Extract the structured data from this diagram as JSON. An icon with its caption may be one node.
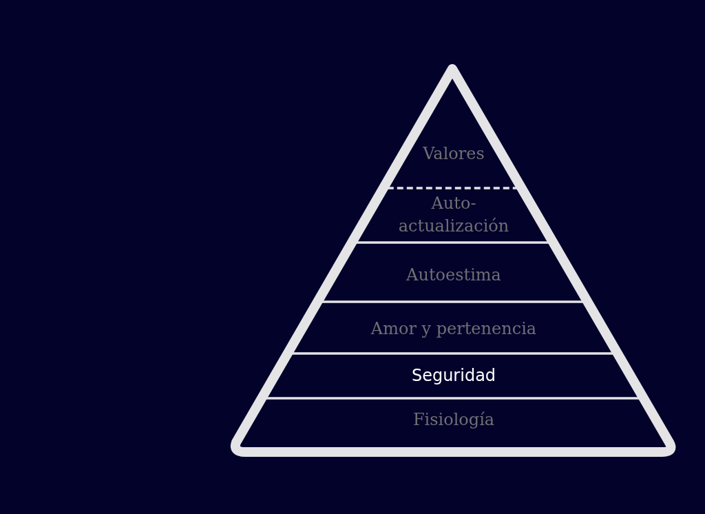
{
  "diagram": {
    "nodes": [
      {
        "text": [
          "Valores"
        ]
      },
      {
        "text": [
          "Auto- actualización"
        ]
      },
      {
        "text": [
          "Autoestima"
        ]
      },
      {
        "text": [
          "Amor y pertenencia"
        ]
      },
      {
        "text": [
          "Seguridad"
        ]
      },
      {
        "text": [
          "Fisiología"
        ]
      }
    ]
  }
}
